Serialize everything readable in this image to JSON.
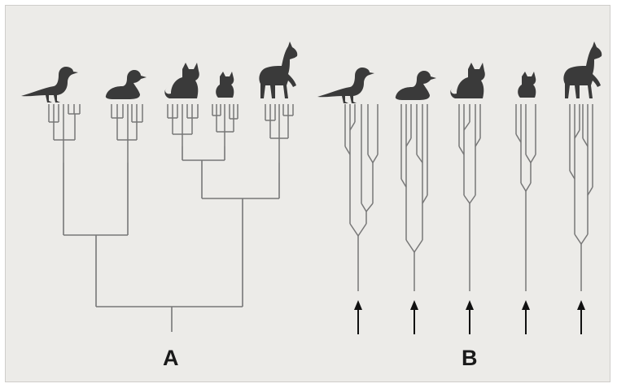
{
  "panels": {
    "a": {
      "label": "A"
    },
    "b": {
      "label": "B"
    }
  },
  "animals": [
    "bird",
    "duck",
    "cat",
    "small-cat",
    "horse"
  ],
  "colors": {
    "background": "#ecebe8",
    "tree_line": "#777777",
    "silhouette": "#3a3a3a",
    "arrow": "#111111",
    "label": "#1a1a1a"
  }
}
